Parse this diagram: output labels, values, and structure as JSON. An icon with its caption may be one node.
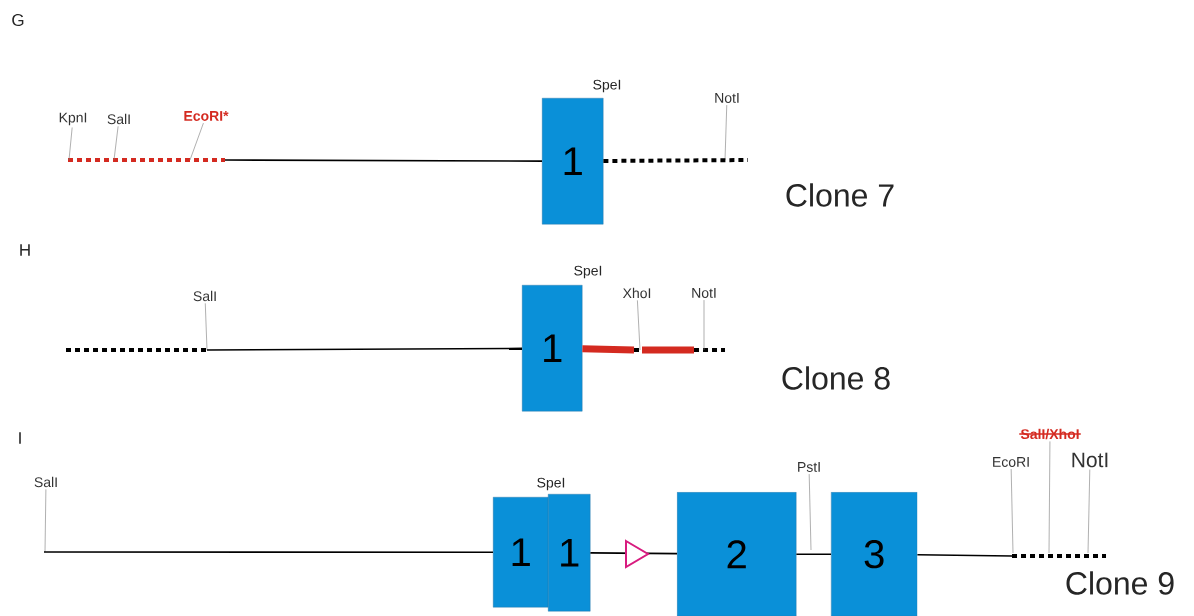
{
  "diagram": {
    "nodes": [
      {
        "text": [
          "KpnI"
        ]
      },
      {
        "text": [
          "SalI"
        ]
      },
      {
        "text": [
          "EcoRI*"
        ]
      },
      {
        "text": [
          "1"
        ]
      },
      {
        "text": [
          "NotI"
        ]
      },
      {
        "text": [
          "SalI"
        ]
      },
      {
        "text": [
          "1"
        ]
      },
      {
        "text": [
          "XhoI"
        ]
      },
      {
        "text": [
          "NotI"
        ]
      },
      {
        "text": [
          "SalI"
        ]
      },
      {
        "text": [
          "1"
        ]
      },
      {
        "text": [
          "1"
        ]
      },
      {
        "text": [
          "2"
        ]
      },
      {
        "text": [
          "PstI"
        ]
      },
      {
        "text": [
          "3"
        ]
      },
      {
        "text": [
          "EcoRI"
        ]
      },
      {
        "text": [
          "SalI/XhoI"
        ]
      },
      {
        "text": [
          "NotI"
        ]
      }
    ],
    "edges": [
      {
        "from": 0,
        "to": null,
        "arrow": "none"
      },
      {
        "from": 1,
        "to": null,
        "arrow": "none"
      },
      {
        "from": 2,
        "to": null,
        "arrow": "none"
      },
      {
        "from": 4,
        "to": null,
        "arrow": "none"
      },
      {
        "from": 5,
        "to": null,
        "arrow": "none"
      },
      {
        "from": 7,
        "to": null,
        "arrow": "none"
      },
      {
        "from": 8,
        "to": null,
        "arrow": "none"
      },
      {
        "from": 9,
        "to": null,
        "arrow": "none"
      },
      {
        "from": null,
        "to": 3,
        "arrow": "none",
        "color": "#000000"
      },
      {
        "from": 3,
        "to": null,
        "arrow": "none",
        "style": "dashed",
        "color": "#000000"
      },
      {
        "from": null,
        "to": 6,
        "arrow": "none",
        "color": "#000000"
      },
      {
        "from": 6,
        "to": null,
        "arrow": "none",
        "style": "thick",
        "color": "#d42a20"
      },
      {
        "from": null,
        "to": 10,
        "arrow": "none",
        "color": "#000000"
      },
      {
        "from": 11,
        "to": 12,
        "arrow": "to",
        "color": "#000000"
      },
      {
        "from": 12,
        "to": 14,
        "arrow": "none",
        "color": "#000000"
      },
      {
        "from": 14,
        "to": null,
        "arrow": "none",
        "color": "#000000"
      },
      {
        "from": 13,
        "to": null,
        "arrow": "none"
      },
      {
        "from": 15,
        "to": null,
        "arrow": "none"
      },
      {
        "from": 16,
        "to": null,
        "arrow": "none"
      },
      {
        "from": 17,
        "to": null,
        "arrow": "none"
      }
    ],
    "labels": [
      "G",
      "SpeI",
      "Clone 7",
      "H",
      "SpeI",
      "Clone 8",
      "I",
      "SpeI",
      "Clone 9"
    ]
  }
}
